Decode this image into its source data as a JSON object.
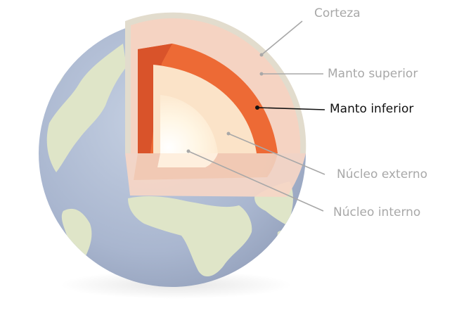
{
  "labels": {
    "crust": "Corteza",
    "upper_mantle": "Manto superior",
    "lower_mantle": "Manto inferior",
    "outer_core": "Núcleo externo",
    "inner_core": "Núcleo interno"
  },
  "highlighted_layer": "lower_mantle",
  "colors": {
    "ocean": "#a9b6cf",
    "land": "#dfe5c8",
    "crust": "#e2dccd",
    "upper_mantle": "#f5d3c2",
    "lower_mantle": "#ed6a35",
    "lower_mantle_shade": "#d9532a",
    "outer_core": "#fbe3c8",
    "inner_core": "#fffdf4",
    "leader_active": "#111111",
    "leader_inactive": "#a8a8a8"
  }
}
